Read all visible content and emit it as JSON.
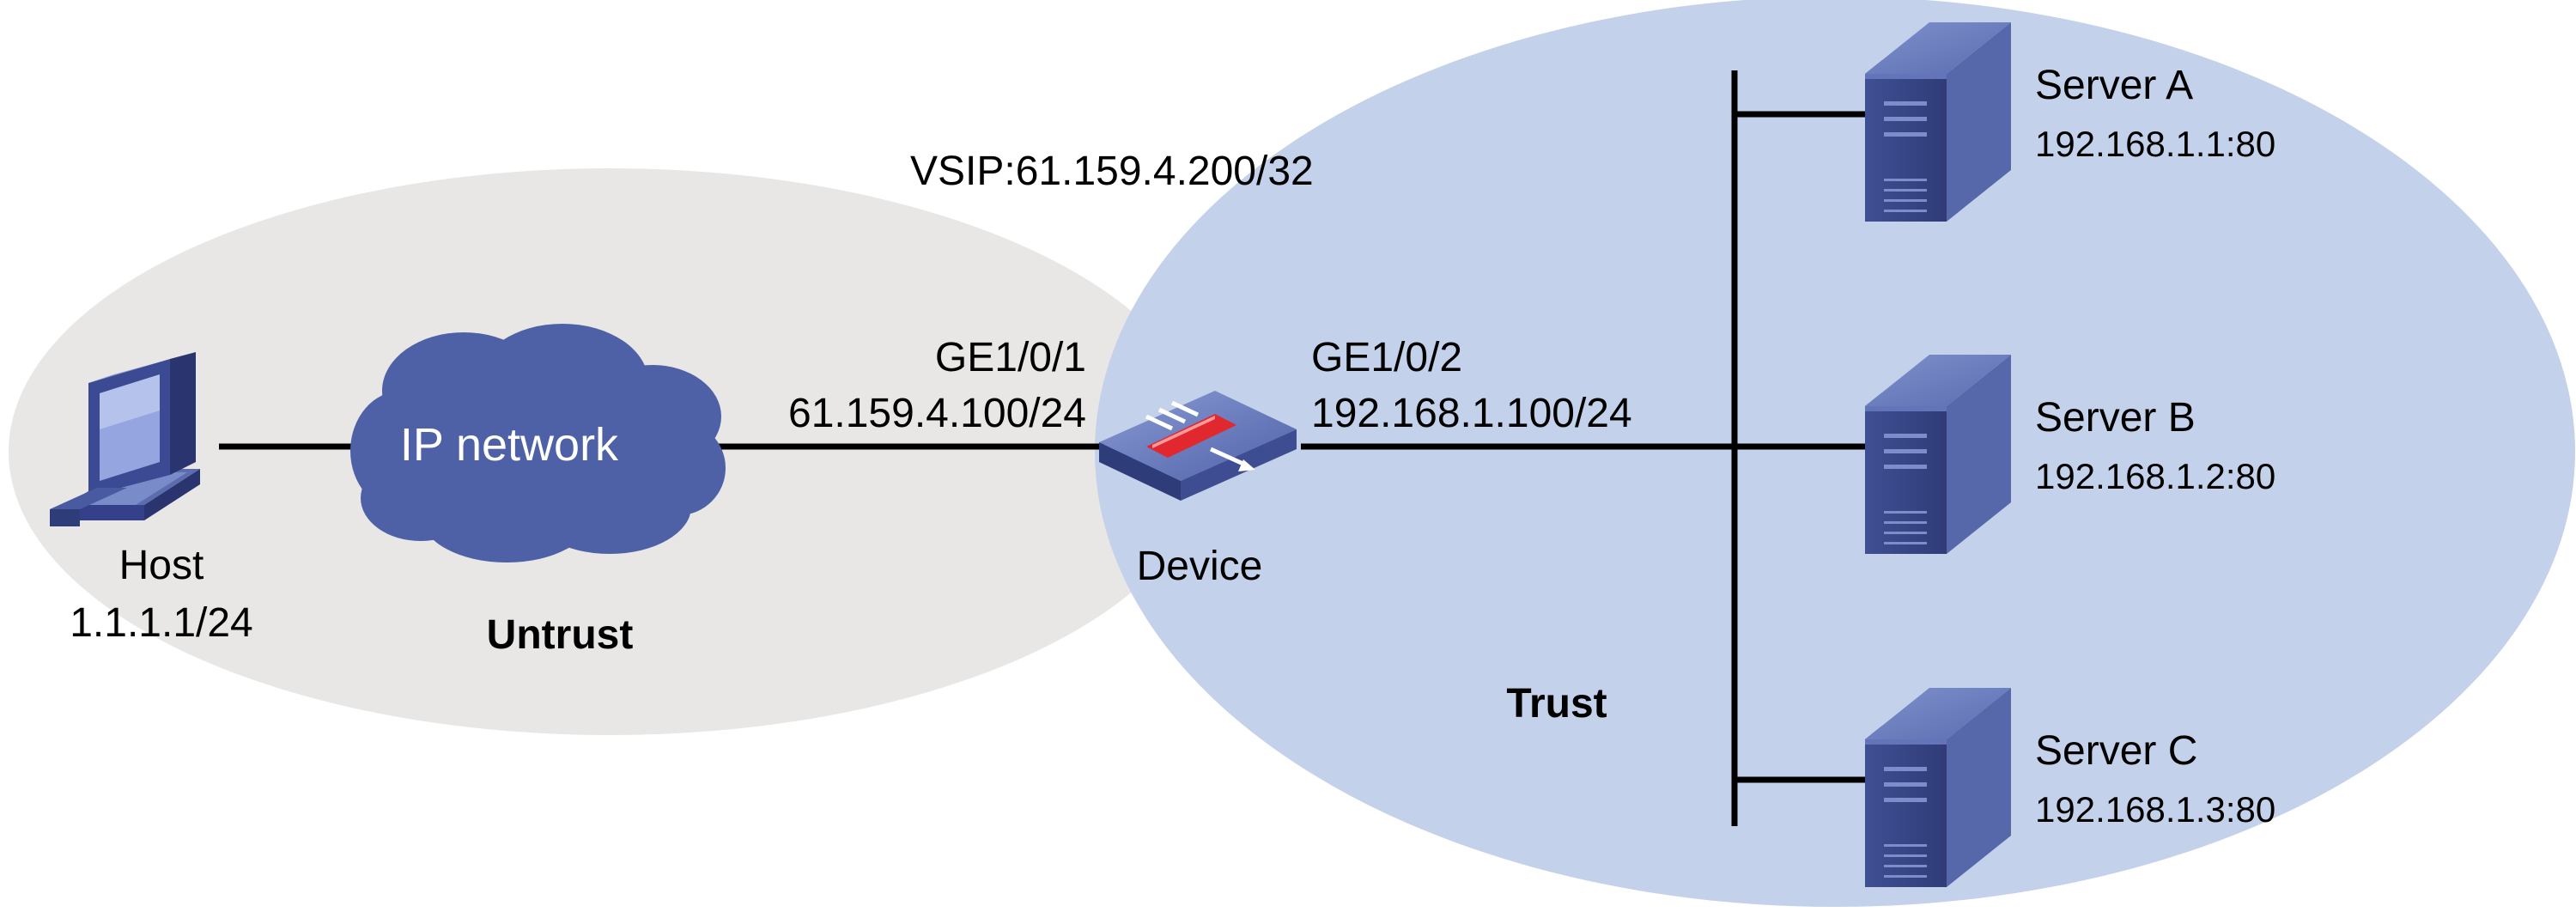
{
  "zones": {
    "untrust": {
      "label": "Untrust",
      "color": "#e8e7e6"
    },
    "trust": {
      "label": "Trust",
      "color": "#c3d1ea"
    }
  },
  "vsip_label": "VSIP:61.159.4.200/32",
  "host": {
    "name": "Host",
    "ip": "1.1.1.1/24",
    "icon": "pc-icon"
  },
  "cloud": {
    "label": "IP network",
    "icon": "cloud-icon",
    "color": "#4e61a6"
  },
  "device": {
    "name": "Device",
    "icon": "firewall-icon",
    "if_untrust": {
      "name": "GE1/0/1",
      "ip": "61.159.4.100/24"
    },
    "if_trust": {
      "name": "GE1/0/2",
      "ip": "192.168.1.100/24"
    }
  },
  "servers": [
    {
      "name": "Server A",
      "addr": "192.168.1.1:80",
      "icon": "server-icon"
    },
    {
      "name": "Server B",
      "addr": "192.168.1.2:80",
      "icon": "server-icon"
    },
    {
      "name": "Server C",
      "addr": "192.168.1.3:80",
      "icon": "server-icon"
    }
  ],
  "colors": {
    "line": "#000000",
    "device_blue": "#4e61a6",
    "accent_red": "#e0282e"
  }
}
